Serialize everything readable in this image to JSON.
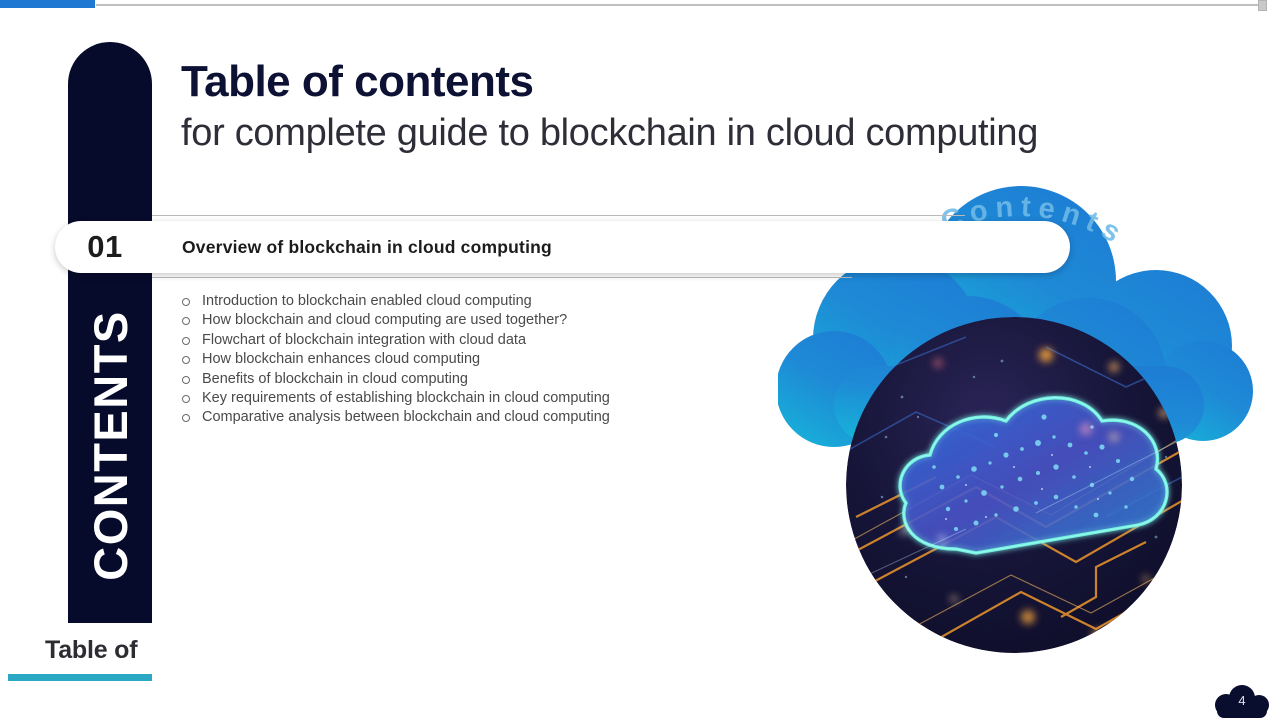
{
  "slide": {
    "page_number": "4",
    "bottom_label": "Table of",
    "sidebar_label": "CONTENTS",
    "cloud_watermark": "Contents"
  },
  "topbar": {
    "progress_color": "#1f78d1",
    "rule_color": "#bfbfbf"
  },
  "heading": {
    "title": "Table of contents",
    "subtitle": "for complete guide to blockchain in cloud computing"
  },
  "section": {
    "number": "01",
    "title": "Overview of blockchain in cloud computing"
  },
  "bullets": [
    "Introduction  to blockchain enabled cloud computing",
    "How blockchain and cloud computing are used together?",
    "Flowchart of blockchain integration with cloud data",
    "How blockchain enhances cloud computing",
    "Benefits of blockchain in cloud computing",
    "Key requirements of establishing blockchain in cloud computing",
    "Comparative analysis between blockchain and cloud computing"
  ],
  "colors": {
    "navy": "#070b2b",
    "accent_blue": "#1f78d1",
    "cloud_top": "#1e7fd4",
    "cloud_bottom": "#17b0d6",
    "teal_underline": "#2ba8c4",
    "body_text": "#4a4a4a"
  },
  "artwork": {
    "cloud_shape": "cloud-graphic",
    "photo": "digital-cloud-circuit-photo"
  }
}
